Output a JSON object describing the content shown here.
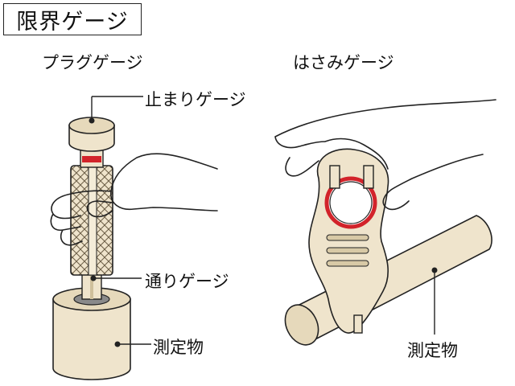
{
  "title": "限界ゲージ",
  "headings": {
    "plug": "プラグゲージ",
    "snap": "はさみゲージ"
  },
  "labels": {
    "no_go": "止まりゲージ",
    "go": "通りゲージ",
    "workpiece_left": "測定物",
    "workpiece_right": "測定物"
  },
  "colors": {
    "gauge_fill": "#efe4cc",
    "gauge_shade": "#d8c9a6",
    "outline": "#222222",
    "accent_red": "#d2232a"
  }
}
